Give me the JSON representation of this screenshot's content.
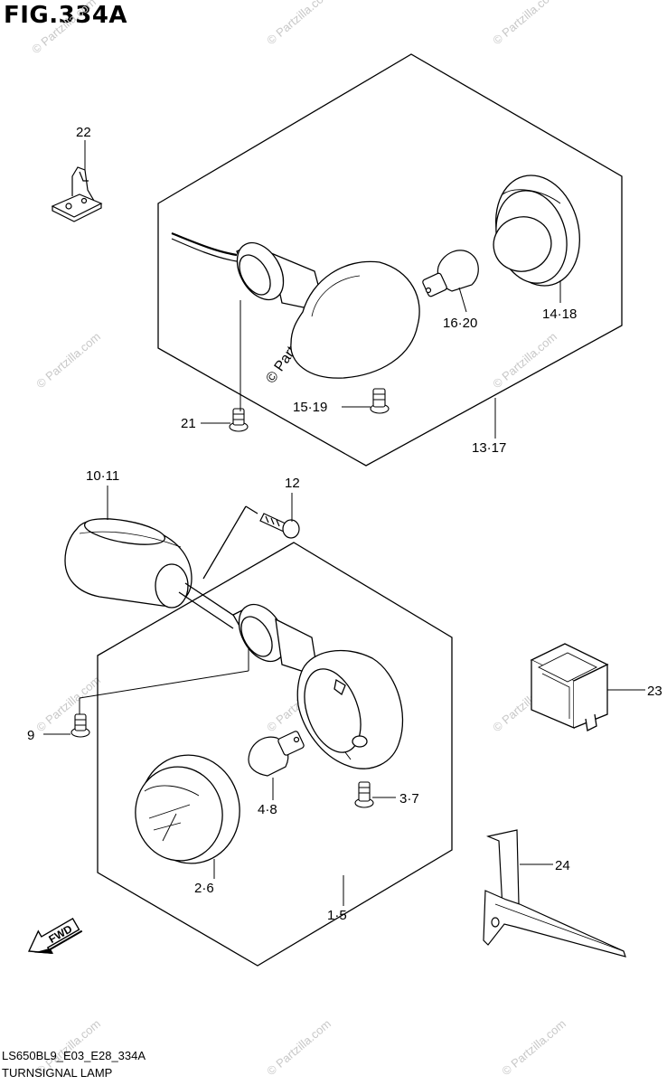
{
  "figure": {
    "title": "FIG.334A",
    "code": "LS650BL9_E03_E28_334A",
    "name": "TURNSIGNAL LAMP"
  },
  "watermark": {
    "text": "© Partzilla.com"
  },
  "callouts": {
    "c22": "22",
    "c14_18": "14·18",
    "c16_20": "16·20",
    "c15_19": "15·19",
    "c21": "21",
    "c13_17": "13·17",
    "c10_11": "10·11",
    "c12": "12",
    "c23": "23",
    "c9": "9",
    "c3_7": "3·7",
    "c4_8": "4·8",
    "c2_6": "2·6",
    "c1_5": "1·5",
    "c24": "24"
  },
  "fwd_arrow": {
    "label": "FWD"
  }
}
